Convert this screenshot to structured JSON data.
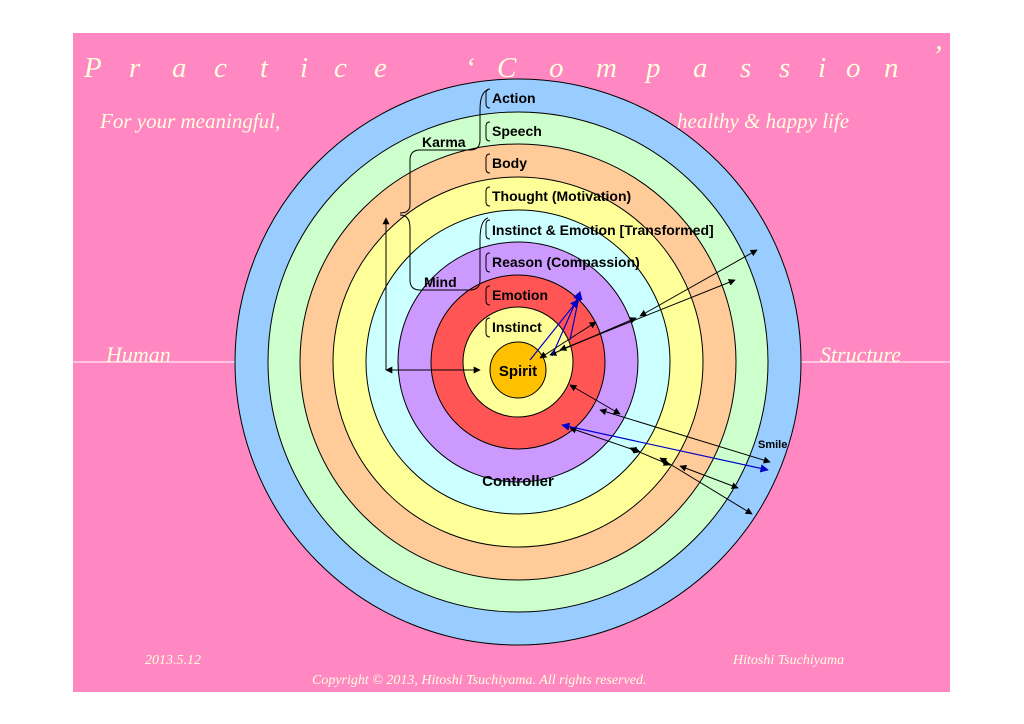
{
  "colors": {
    "background": "#ff88c2",
    "ring_blue": "#99ccff",
    "ring_green": "#ccffcc",
    "ring_orange": "#ffcc99",
    "ring_yellow": "#ffff99",
    "ring_cyan": "#ccffff",
    "ring_purple": "#cc99ff",
    "ring_red": "#ff5555",
    "ring_inner_yellow": "#ffff99",
    "core_orange": "#ffc000",
    "title_text": "#ffffdd",
    "arrow_black": "#000000",
    "arrow_blue": "#0000cc"
  },
  "title": {
    "letters": [
      "P",
      "r",
      "a",
      "c",
      "t",
      "i",
      "c",
      "e",
      "‘",
      "C",
      "o",
      "m",
      "p",
      "a",
      "s",
      "s",
      "i",
      "o",
      "n",
      "’"
    ]
  },
  "subtitle": {
    "left": "For your meaningful,",
    "right": "healthy & happy life"
  },
  "side_labels": {
    "left": "Human",
    "right": "Structure"
  },
  "groups": {
    "karma": "Karma",
    "mind": "Mind"
  },
  "layers": [
    "Action",
    "Speech",
    "Body",
    "Thought (Motivation)",
    "Instinct & Emotion [Transformed]",
    "Reason (Compassion)",
    "Emotion",
    "Instinct"
  ],
  "center": {
    "spirit": "Spirit",
    "controller": "Controller",
    "smile": "Smile"
  },
  "footer": {
    "date": "2013.5.12",
    "author": "Hitoshi Tsuchiyama",
    "copyright": "Copyright © 2013, Hitoshi Tsuchiyama. All rights reserved."
  }
}
